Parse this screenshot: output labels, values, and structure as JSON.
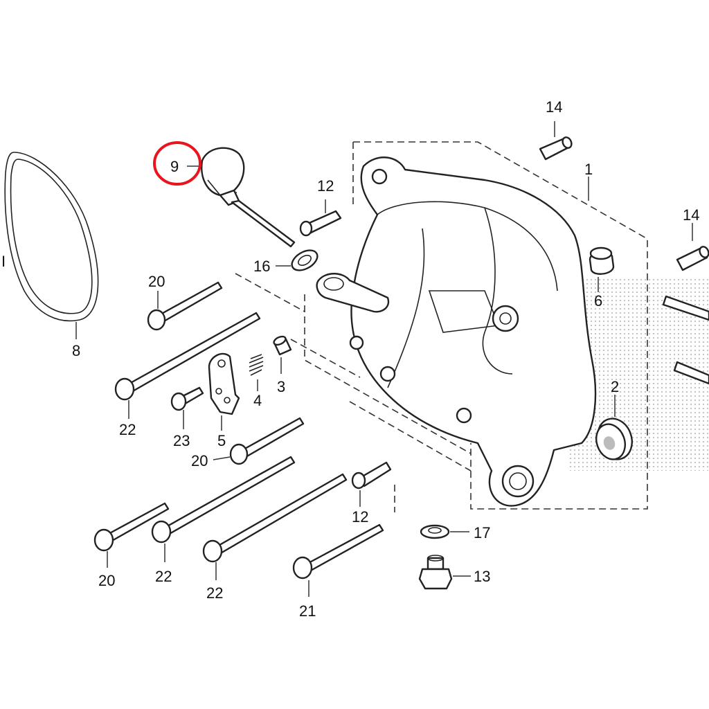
{
  "callout_color": "#e8141e",
  "callouts": {
    "c1": "1",
    "c2": "2",
    "c3": "3",
    "c4": "4",
    "c5": "5",
    "c6": "6",
    "c8": "8",
    "c9": "9",
    "c12a": "12",
    "c12b": "12",
    "c13": "13",
    "c14a": "14",
    "c14b": "14",
    "c16": "16",
    "c17": "17",
    "c20a": "20",
    "c20b": "20",
    "c20c": "20",
    "c21": "21",
    "c22a": "22",
    "c22b": "22",
    "c22c": "22",
    "c23": "23",
    "cI": "I"
  },
  "highlighted_part": "9"
}
